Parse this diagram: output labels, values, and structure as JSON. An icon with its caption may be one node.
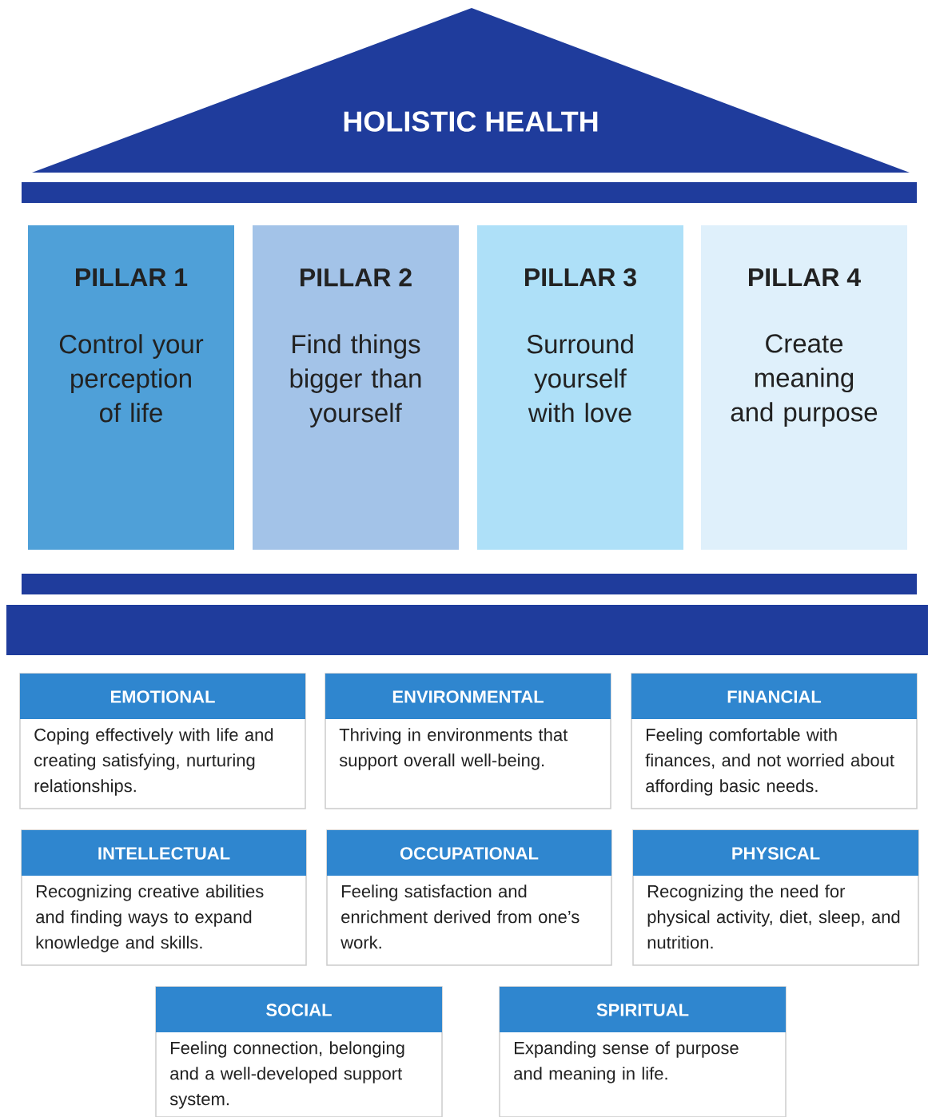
{
  "diagram": {
    "nodes": [
      {
        "text": [
          "HOLISTIC HEALTH"
        ]
      },
      {
        "text": [],
        "shape": "bar"
      },
      {
        "text": [
          "PILLAR 1",
          "Control your perception of life"
        ]
      },
      {
        "text": [
          "PILLAR 2",
          "Find things bigger than yourself"
        ]
      },
      {
        "text": [
          "PILLAR 3",
          "Surround yourself with love"
        ]
      },
      {
        "text": [
          "PILLAR 4",
          "Create meaning and purpose"
        ]
      },
      {
        "text": [],
        "shape": "bar"
      },
      {
        "text": [],
        "shape": "bar"
      },
      {
        "text": [
          "EMOTIONAL",
          "Coping effectively with life and creating satisfying, nurturing relationships."
        ]
      },
      {
        "text": [
          "ENVIRONMENTAL",
          "Thriving in environments that support overall well-being."
        ]
      },
      {
        "text": [
          "FINANCIAL",
          "Feeling comfortable with finances, and not worried about affording basic needs."
        ]
      },
      {
        "text": [
          "INTELLECTUAL",
          "Recognizing creative abilities and finding ways to expand knowledge and skills."
        ]
      },
      {
        "text": [
          "OCCUPATIONAL",
          "Feeling satisfaction and enrichment derived from one’s work."
        ]
      },
      {
        "text": [
          "PHYSICAL",
          "Recognizing the need for physical activity, diet, sleep, and nutrition."
        ]
      },
      {
        "text": [
          "SOCIAL",
          "Feeling connection, belonging and a well-developed support system."
        ]
      },
      {
        "text": [
          "SPIRITUAL",
          "Expanding sense of purpose and meaning in life."
        ]
      }
    ]
  }
}
